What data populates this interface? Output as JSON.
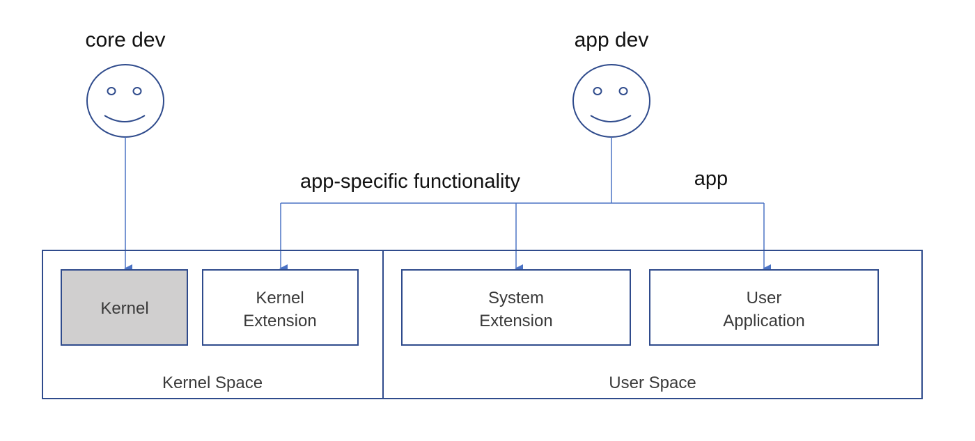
{
  "actors": {
    "core_dev": "core dev",
    "app_dev": "app dev"
  },
  "flows": {
    "app_specific": "app-specific functionality",
    "app": "app"
  },
  "boxes": {
    "kernel": "Kernel",
    "kernel_extension": [
      "Kernel",
      "Extension"
    ],
    "system_extension": [
      "System",
      "Extension"
    ],
    "user_application": [
      "User",
      "Application"
    ]
  },
  "spaces": {
    "kernel_space": "Kernel Space",
    "user_space": "User Space"
  },
  "colors": {
    "stroke": "#2f4b8c",
    "connector": "#4a72c4",
    "kernel_fill": "#d0cfcf"
  }
}
